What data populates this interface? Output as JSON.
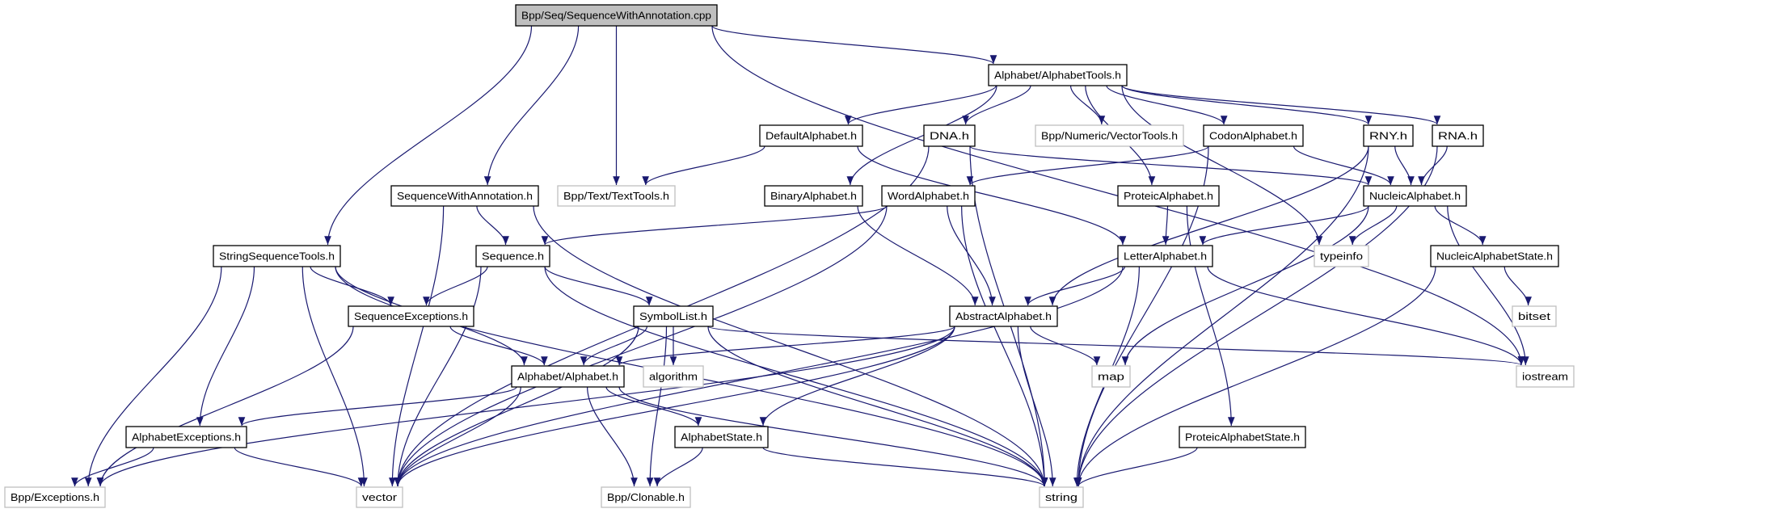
{
  "graph": {
    "edge_color": "#191970",
    "root_fill": "#bfbfbf",
    "external_border": "#bfbfbf",
    "nodes": [
      {
        "id": "cpp",
        "label": "Bpp/Seq/SequenceWithAnnotation.cpp",
        "kind": "root"
      },
      {
        "id": "alphabettools",
        "label": "Alphabet/AlphabetTools.h",
        "kind": "file"
      },
      {
        "id": "defaultalphabet",
        "label": "DefaultAlphabet.h",
        "kind": "file"
      },
      {
        "id": "dna",
        "label": "DNA.h",
        "kind": "file"
      },
      {
        "id": "vectortools",
        "label": "Bpp/Numeric/VectorTools.h",
        "kind": "external"
      },
      {
        "id": "codonalphabet",
        "label": "CodonAlphabet.h",
        "kind": "file"
      },
      {
        "id": "rny",
        "label": "RNY.h",
        "kind": "file"
      },
      {
        "id": "rna",
        "label": "RNA.h",
        "kind": "file"
      },
      {
        "id": "seqwithannot",
        "label": "SequenceWithAnnotation.h",
        "kind": "file"
      },
      {
        "id": "texttools",
        "label": "Bpp/Text/TextTools.h",
        "kind": "external"
      },
      {
        "id": "binaryalphabet",
        "label": "BinaryAlphabet.h",
        "kind": "file"
      },
      {
        "id": "wordalphabet",
        "label": "WordAlphabet.h",
        "kind": "file"
      },
      {
        "id": "proteicalphabet",
        "label": "ProteicAlphabet.h",
        "kind": "file"
      },
      {
        "id": "nucleicalphabet",
        "label": "NucleicAlphabet.h",
        "kind": "file"
      },
      {
        "id": "stringseqtools",
        "label": "StringSequenceTools.h",
        "kind": "file"
      },
      {
        "id": "sequence",
        "label": "Sequence.h",
        "kind": "file"
      },
      {
        "id": "letteralphabet",
        "label": "LetterAlphabet.h",
        "kind": "file"
      },
      {
        "id": "typeinfo",
        "label": "typeinfo",
        "kind": "external"
      },
      {
        "id": "nucleicalphabetstate",
        "label": "NucleicAlphabetState.h",
        "kind": "file"
      },
      {
        "id": "seqexceptions",
        "label": "SequenceExceptions.h",
        "kind": "file"
      },
      {
        "id": "symbollist",
        "label": "SymbolList.h",
        "kind": "file"
      },
      {
        "id": "abstractalphabet",
        "label": "AbstractAlphabet.h",
        "kind": "file"
      },
      {
        "id": "bitset",
        "label": "bitset",
        "kind": "external"
      },
      {
        "id": "alphabet",
        "label": "Alphabet/Alphabet.h",
        "kind": "file"
      },
      {
        "id": "algorithm",
        "label": "algorithm",
        "kind": "external"
      },
      {
        "id": "map",
        "label": "map",
        "kind": "external"
      },
      {
        "id": "iostream",
        "label": "iostream",
        "kind": "external"
      },
      {
        "id": "alphabetexceptions",
        "label": "AlphabetExceptions.h",
        "kind": "file"
      },
      {
        "id": "alphabetstate",
        "label": "AlphabetState.h",
        "kind": "file"
      },
      {
        "id": "proteicalphabetstate",
        "label": "ProteicAlphabetState.h",
        "kind": "file"
      },
      {
        "id": "exceptions",
        "label": "Bpp/Exceptions.h",
        "kind": "external"
      },
      {
        "id": "vector",
        "label": "vector",
        "kind": "external"
      },
      {
        "id": "clonable",
        "label": "Bpp/Clonable.h",
        "kind": "external"
      },
      {
        "id": "string",
        "label": "string",
        "kind": "external"
      }
    ],
    "edges": [
      [
        "cpp",
        "alphabettools"
      ],
      [
        "cpp",
        "texttools"
      ],
      [
        "cpp",
        "seqwithannot"
      ],
      [
        "cpp",
        "stringseqtools"
      ],
      [
        "cpp",
        "iostream"
      ],
      [
        "alphabettools",
        "defaultalphabet"
      ],
      [
        "alphabettools",
        "binaryalphabet"
      ],
      [
        "alphabettools",
        "dna"
      ],
      [
        "alphabettools",
        "vectortools"
      ],
      [
        "alphabettools",
        "proteicalphabet"
      ],
      [
        "alphabettools",
        "codonalphabet"
      ],
      [
        "alphabettools",
        "typeinfo"
      ],
      [
        "alphabettools",
        "rny"
      ],
      [
        "alphabettools",
        "rna"
      ],
      [
        "defaultalphabet",
        "texttools"
      ],
      [
        "defaultalphabet",
        "letteralphabet"
      ],
      [
        "dna",
        "nucleicalphabet"
      ],
      [
        "dna",
        "string"
      ],
      [
        "dna",
        "vector"
      ],
      [
        "codonalphabet",
        "wordalphabet"
      ],
      [
        "codonalphabet",
        "nucleicalphabet"
      ],
      [
        "codonalphabet",
        "string"
      ],
      [
        "rny",
        "nucleicalphabet"
      ],
      [
        "rny",
        "abstractalphabet"
      ],
      [
        "rny",
        "string"
      ],
      [
        "rna",
        "nucleicalphabet"
      ],
      [
        "rna",
        "string"
      ],
      [
        "seqwithannot",
        "sequence"
      ],
      [
        "seqwithannot",
        "string"
      ],
      [
        "seqwithannot",
        "vector"
      ],
      [
        "binaryalphabet",
        "abstractalphabet"
      ],
      [
        "wordalphabet",
        "sequence"
      ],
      [
        "wordalphabet",
        "abstractalphabet"
      ],
      [
        "wordalphabet",
        "string"
      ],
      [
        "wordalphabet",
        "vector"
      ],
      [
        "proteicalphabet",
        "letteralphabet"
      ],
      [
        "proteicalphabet",
        "proteicalphabetstate"
      ],
      [
        "nucleicalphabet",
        "letteralphabet"
      ],
      [
        "nucleicalphabet",
        "typeinfo"
      ],
      [
        "nucleicalphabet",
        "nucleicalphabetstate"
      ],
      [
        "nucleicalphabet",
        "map"
      ],
      [
        "nucleicalphabet",
        "iostream"
      ],
      [
        "stringseqtools",
        "seqexceptions"
      ],
      [
        "stringseqtools",
        "alphabet"
      ],
      [
        "stringseqtools",
        "alphabetexceptions"
      ],
      [
        "stringseqtools",
        "exceptions"
      ],
      [
        "stringseqtools",
        "vector"
      ],
      [
        "stringseqtools",
        "string"
      ],
      [
        "sequence",
        "seqexceptions"
      ],
      [
        "sequence",
        "symbollist"
      ],
      [
        "sequence",
        "vector"
      ],
      [
        "sequence",
        "string"
      ],
      [
        "letteralphabet",
        "abstractalphabet"
      ],
      [
        "letteralphabet",
        "string"
      ],
      [
        "letteralphabet",
        "iostream"
      ],
      [
        "letteralphabet",
        "vector"
      ],
      [
        "nucleicalphabetstate",
        "bitset"
      ],
      [
        "nucleicalphabetstate",
        "string"
      ],
      [
        "seqexceptions",
        "alphabet"
      ],
      [
        "seqexceptions",
        "exceptions"
      ],
      [
        "symbollist",
        "alphabet"
      ],
      [
        "symbollist",
        "algorithm"
      ],
      [
        "symbollist",
        "vector"
      ],
      [
        "symbollist",
        "string"
      ],
      [
        "symbollist",
        "clonable"
      ],
      [
        "symbollist",
        "iostream"
      ],
      [
        "abstractalphabet",
        "alphabet"
      ],
      [
        "abstractalphabet",
        "alphabetstate"
      ],
      [
        "abstractalphabet",
        "map"
      ],
      [
        "abstractalphabet",
        "string"
      ],
      [
        "abstractalphabet",
        "vector"
      ],
      [
        "abstractalphabet",
        "exceptions"
      ],
      [
        "alphabet",
        "alphabetexceptions"
      ],
      [
        "alphabet",
        "alphabetstate"
      ],
      [
        "alphabet",
        "clonable"
      ],
      [
        "alphabet",
        "vector"
      ],
      [
        "alphabet",
        "string"
      ],
      [
        "alphabetexceptions",
        "exceptions"
      ],
      [
        "alphabetexceptions",
        "vector"
      ],
      [
        "alphabetstate",
        "clonable"
      ],
      [
        "alphabetstate",
        "string"
      ],
      [
        "proteicalphabetstate",
        "string"
      ]
    ]
  }
}
